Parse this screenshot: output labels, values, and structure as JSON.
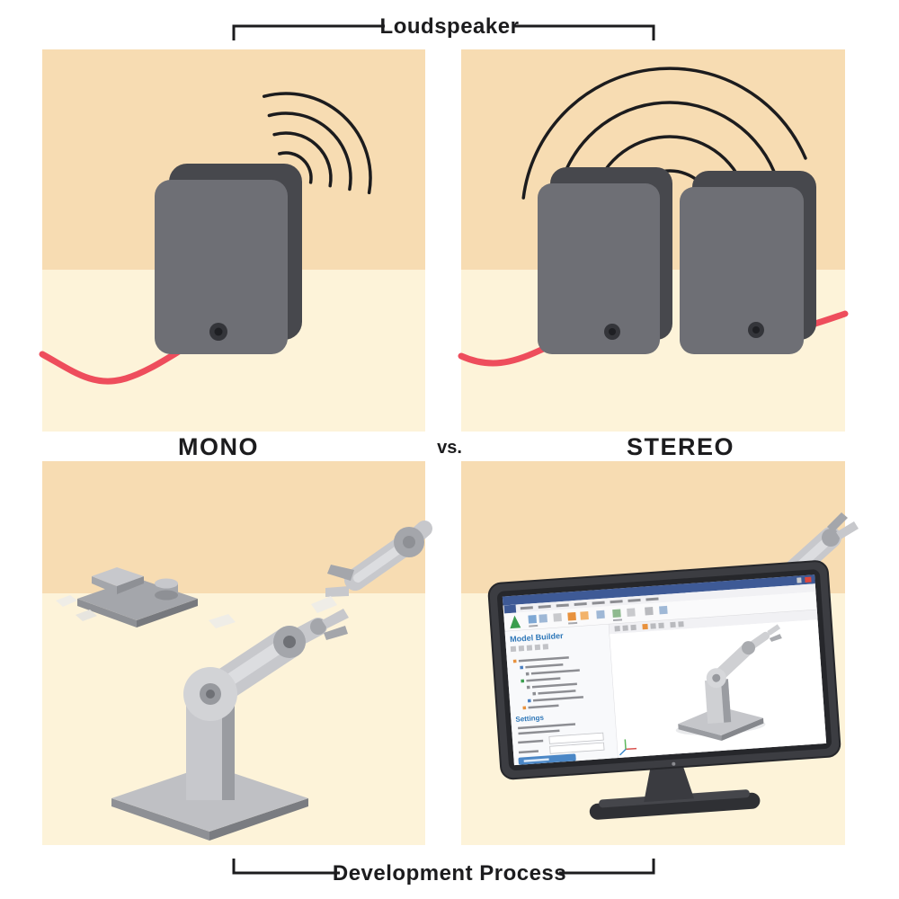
{
  "labels": {
    "top": "Loudspeaker",
    "mono": "MONO",
    "vs": "vs.",
    "stereo": "STEREO",
    "bottom": "Development Process"
  },
  "screen": {
    "model_builder": "Model Builder",
    "settings": "Settings"
  },
  "icons": {
    "sound_waves": "sound-wave-arcs",
    "speaker_port": "cable-port",
    "close": "close-window",
    "logo": "simulation-app-logo"
  },
  "colors": {
    "ink": "#1c1c1e",
    "panel_top": "#f7dcb2",
    "panel_bot": "#fdf3d9",
    "cable": "#ee4d5c",
    "speaker": "#6e6f75",
    "speaker_dark": "#47484d",
    "metal_light": "#c7c8cc",
    "metal_mid": "#a4a6ab",
    "metal_dark": "#8e9095",
    "monitor_frame": "#3c3d42",
    "screen_heading": "#2e77b8",
    "accent_orange": "#e8923e",
    "button_blue": "#4b87c6",
    "close_red": "#e0473c",
    "logo_green": "#3a9e4e",
    "titlebar_blue": "#3e5a96"
  }
}
